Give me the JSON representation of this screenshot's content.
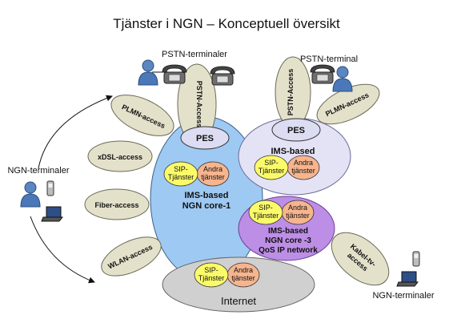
{
  "title": "Tjänster i NGN – Konceptuell översikt",
  "colors": {
    "core1": "#9ec9f2",
    "core2": "#e4e3f6",
    "core3": "#bd8ee6",
    "internet": "#d0d0d0",
    "access": "#e4e1cb",
    "sip": "#fbfb6a",
    "andra": "#f6b58e",
    "pes": "#dcdcf2"
  },
  "terminals": {
    "pstn_left": "PSTN-terminaler",
    "pstn_right": "PSTN-terminal",
    "ngn_left": "NGN-terminaler",
    "ngn_right": "NGN-terminaler"
  },
  "access": {
    "pstn_access": "PSTN-Access",
    "plmn_access": "PLMN-access",
    "xdsl_access": "xDSL-access",
    "fiber_access": "Fiber-access",
    "wlan_access": "WLAN-access",
    "pstn_access_right": "PSTN-Access",
    "plmn_access_right": "PLMN-access",
    "kabel_line1": "Kabel-tv-",
    "kabel_line2": "access"
  },
  "cores": {
    "core1_pes": "PES",
    "core1_line1": "IMS-based",
    "core1_line2": "NGN core-1",
    "core2_pes": "PES",
    "core2_line1": "IMS-based",
    "core3_line1": "IMS-based",
    "core3_line2": "NGN core -3",
    "core3_line3": "QoS IP network",
    "internet": "Internet"
  },
  "services": {
    "sip_line1": "SIP-",
    "sip_line2": "Tjänster",
    "andra_line1": "Andra",
    "andra_line2": "tjänster"
  },
  "icons": [
    "person-icon",
    "telephone-icon",
    "mobile-phone-icon",
    "laptop-icon"
  ]
}
